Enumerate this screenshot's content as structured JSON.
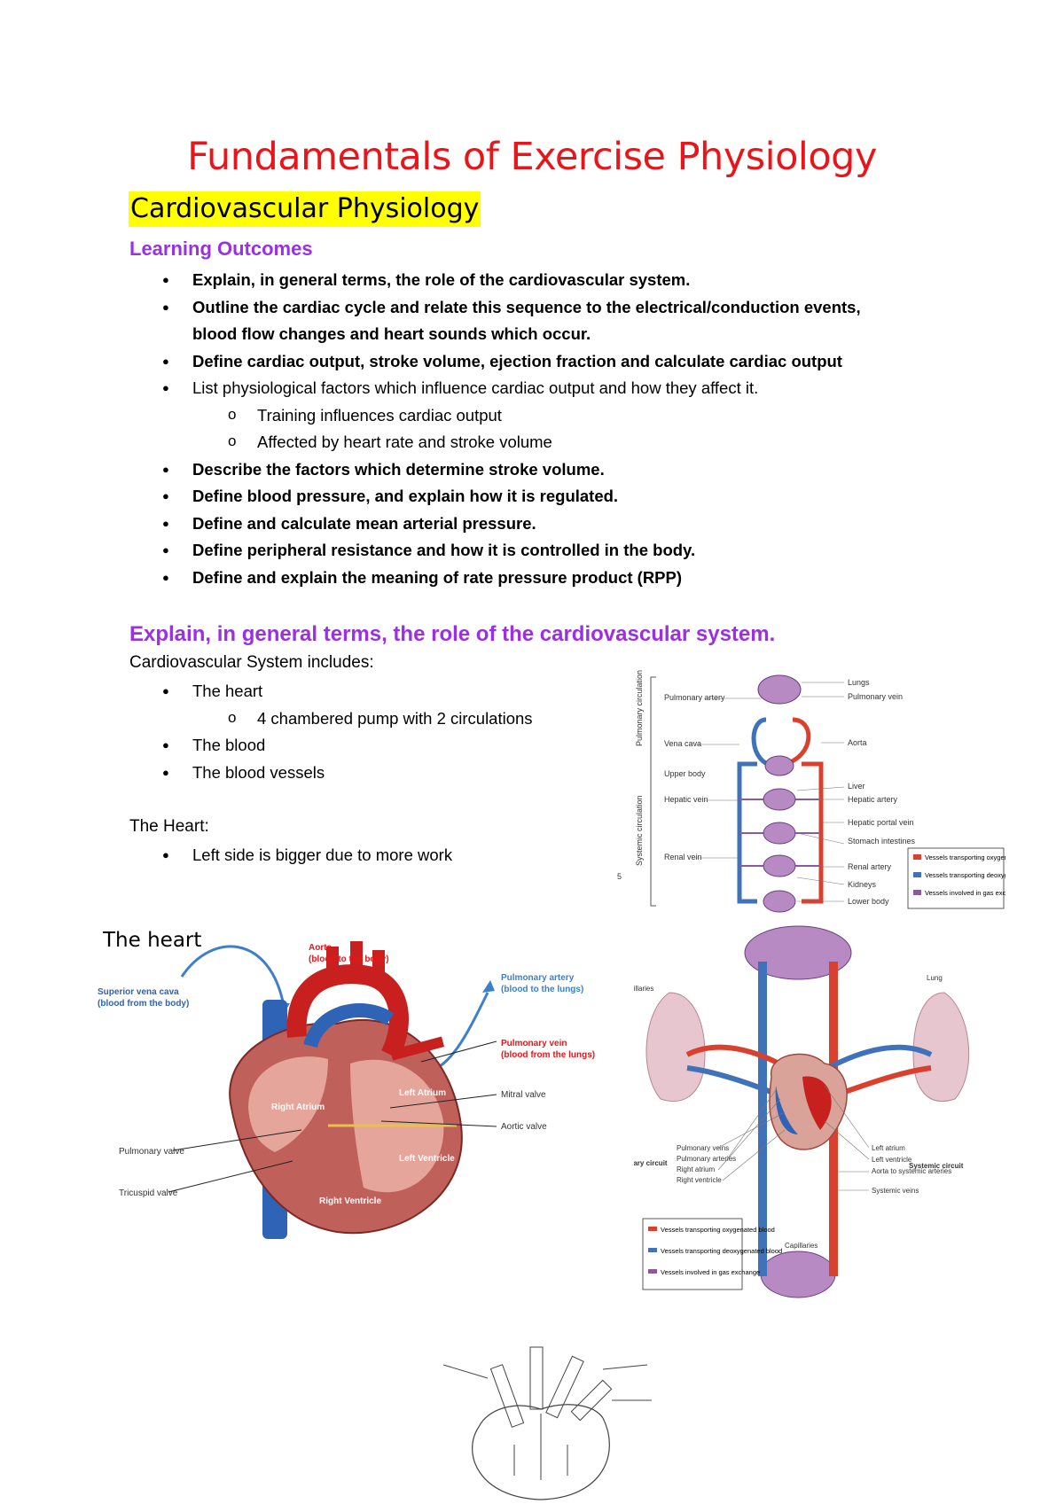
{
  "title": "Fundamentals of Exercise Physiology",
  "section": "Cardiovascular Physiology",
  "learning_outcomes": {
    "heading": "Learning Outcomes",
    "items": [
      {
        "text": "Explain, in general terms, the role of the cardiovascular system.",
        "bold": true,
        "level": 1
      },
      {
        "text": "Outline the cardiac cycle and relate this sequence to the electrical/conduction events,",
        "bold": true,
        "level": 1
      },
      {
        "text": "blood flow changes and heart sounds which occur.",
        "bold": true,
        "level": 0
      },
      {
        "text": "Define cardiac output, stroke volume, ejection fraction and calculate cardiac output",
        "bold": true,
        "level": 1
      },
      {
        "text": "List physiological factors which influence cardiac output and how they affect it.",
        "bold": false,
        "level": 1
      },
      {
        "text": "Training influences cardiac output",
        "bold": false,
        "level": 2
      },
      {
        "text": "Affected by heart rate and stroke volume",
        "bold": false,
        "level": 2
      },
      {
        "text": "Describe the factors which determine stroke volume.",
        "bold": true,
        "level": 1
      },
      {
        "text": "Define blood pressure, and explain how it is regulated.",
        "bold": true,
        "level": 1
      },
      {
        "text": "Define and calculate mean arterial pressure.",
        "bold": true,
        "level": 1
      },
      {
        "text": "Define peripheral resistance and how it is controlled in the body.",
        "bold": true,
        "level": 1
      },
      {
        "text": "Define and explain the meaning of rate pressure product (RPP)",
        "bold": true,
        "level": 1
      }
    ]
  },
  "explain_section": {
    "heading": "Explain, in general terms, the role of the cardiovascular system.",
    "intro": "Cardiovascular System includes:",
    "items": [
      {
        "text": "The heart",
        "level": 1
      },
      {
        "text": "4 chambered pump with 2 circulations",
        "level": 2
      },
      {
        "text": "The blood",
        "level": 1
      },
      {
        "text": "The blood vessels",
        "level": 1
      }
    ],
    "heart_intro": "The Heart:",
    "heart_items": [
      {
        "text": "Left side is bigger due to more work",
        "level": 1
      }
    ]
  },
  "fig_circulation": {
    "left_labels": [
      "Pulmonary artery",
      "Vena cava",
      "Upper body",
      "Hepatic vein",
      "Renal vein"
    ],
    "right_labels": [
      "Lungs",
      "Pulmonary vein",
      "Aorta",
      "Liver",
      "Hepatic artery",
      "Hepatic portal vein",
      "Stomach intestines",
      "Renal artery",
      "Kidneys",
      "Lower body"
    ],
    "side_labels": [
      "Pulmonary circulation",
      "Systemic circulation"
    ],
    "legend": [
      "Vessels transporting oxygenated blood",
      "Vessels transporting deoxygenated blood",
      "Vessels involved in gas exchange"
    ],
    "page_marker": "5"
  },
  "fig_heart": {
    "title": "The heart",
    "labels": {
      "svc": "Superior vena cava",
      "svc_sub": "(blood from the body)",
      "aorta": "Aorta",
      "aorta_sub": "(blood to the body)",
      "pa": "Pulmonary artery",
      "pa_sub": "(blood to the lungs)",
      "pv": "Pulmonary vein",
      "pv_sub": "(blood from the lungs)",
      "mitral": "Mitral valve",
      "aortic": "Aortic valve",
      "pulm_valve": "Pulmonary valve",
      "tricuspid": "Tricuspid valve",
      "ra": "Right Atrium",
      "la": "Left Atrium",
      "lv": "Left Ventricle",
      "rv": "Right Ventricle"
    }
  },
  "fig_circuit": {
    "labels": {
      "lung": "Lung",
      "capillaries_top": "Capillaries",
      "capillaries_bottom": "Capillaries",
      "pulm_circuit": "Pulmonary circuit",
      "systemic_circuit": "Systemic circuit",
      "pv": "Pulmonary veins",
      "pa": "Pulmonary arteries",
      "ra": "Right atrium",
      "rv": "Right ventricle",
      "la": "Left atrium",
      "lv": "Left ventricle",
      "aorta": "Aorta to systemic arteries",
      "sv": "Systemic veins"
    },
    "legend": [
      "Vessels transporting oxygenated blood",
      "Vessels transporting deoxygenated blood",
      "Vessels involved in gas exchange"
    ]
  },
  "colors": {
    "title": "#e8161b",
    "heading": "#9a30e6",
    "highlight": "#ffff00",
    "oxygenated": "#d9412e",
    "deoxygenated": "#3f72b8",
    "exchange": "#8a5a9c"
  }
}
